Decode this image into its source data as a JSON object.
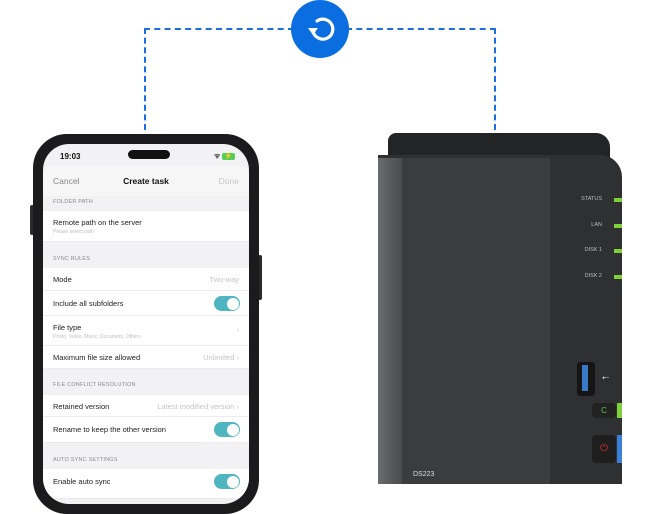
{
  "sync_icon": "sync-arrow-icon",
  "accent_color": "#0a6de0",
  "toggle_color": "#4fb5c0",
  "phone": {
    "time": "19:03",
    "header": {
      "cancel": "Cancel",
      "title": "Create task",
      "done": "Done"
    },
    "sections": {
      "folder_path": "FOLDER PATH",
      "sync_rules": "SYNC RULES",
      "conflict": "FILE CONFLICT RESOLUTION",
      "auto_sync": "AUTO SYNC SETTINGS"
    },
    "rows": {
      "remote_path": {
        "label": "Remote path on the server",
        "placeholder": "Please select path"
      },
      "mode": {
        "label": "Mode",
        "value": "Two-way"
      },
      "subfolders": {
        "label": "Include all subfolders",
        "on": true
      },
      "file_type": {
        "label": "File type",
        "sub": "Photo, Video, Music, Document, Others"
      },
      "max_size": {
        "label": "Maximum file size allowed",
        "value": "Unlimited"
      },
      "retained": {
        "label": "Retained version",
        "value": "Latest modified version"
      },
      "rename": {
        "label": "Rename to keep the other version",
        "on": true
      },
      "auto_sync": {
        "label": "Enable auto sync",
        "on": true
      }
    }
  },
  "nas": {
    "model": "DS223",
    "leds": [
      "STATUS",
      "LAN",
      "DISK 1",
      "DISK 2"
    ]
  }
}
